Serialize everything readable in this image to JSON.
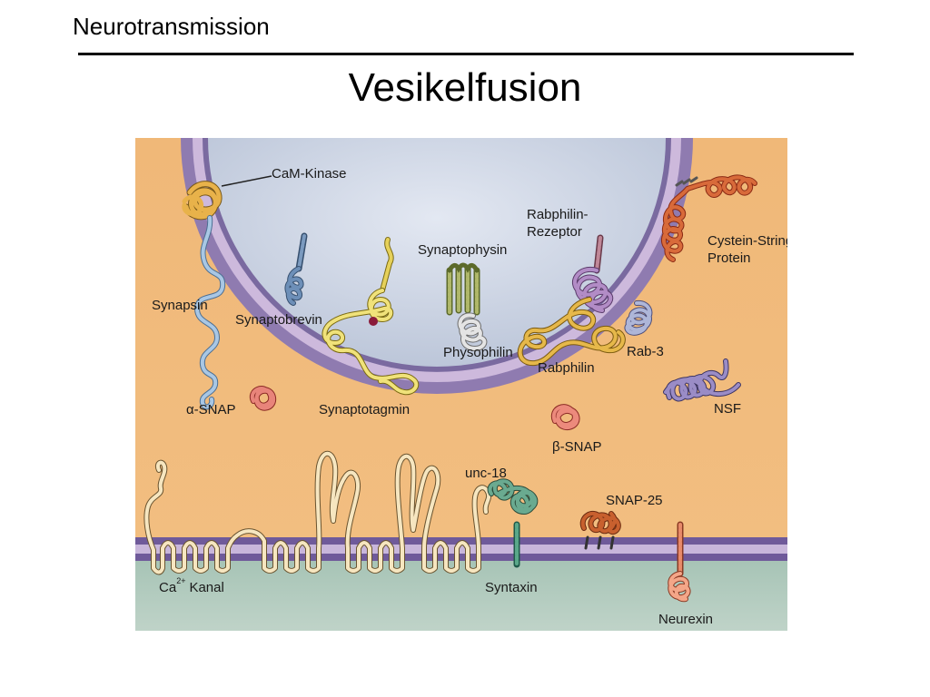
{
  "header": {
    "section": "Neurotransmission",
    "title": "Vesikelfusion"
  },
  "diagram": {
    "labels": {
      "cam_kinase": "CaM-Kinase",
      "synapsin": "Synapsin",
      "synaptobrevin": "Synaptobrevin",
      "synaptophysin": "Synaptophysin",
      "rabphilin_receptor_1": "Rabphilin-",
      "rabphilin_receptor_2": "Rezeptor",
      "cystein_string_1": "Cystein-String",
      "cystein_string_2": "Protein",
      "physophilin": "Physophilin",
      "rabphilin": "Rabphilin",
      "rab3": "Rab-3",
      "synaptotagmin": "Synaptotagmin",
      "alpha_snap": "α-SNAP",
      "nsf": "NSF",
      "beta_snap": "β-SNAP",
      "unc18": "unc-18",
      "snap25": "SNAP-25",
      "ca_channel_prefix": "Ca",
      "ca_channel_sup": "2+",
      "ca_channel_suffix": "Kanal",
      "syntaxin": "Syntaxin",
      "neurexin": "Neurexin"
    }
  }
}
